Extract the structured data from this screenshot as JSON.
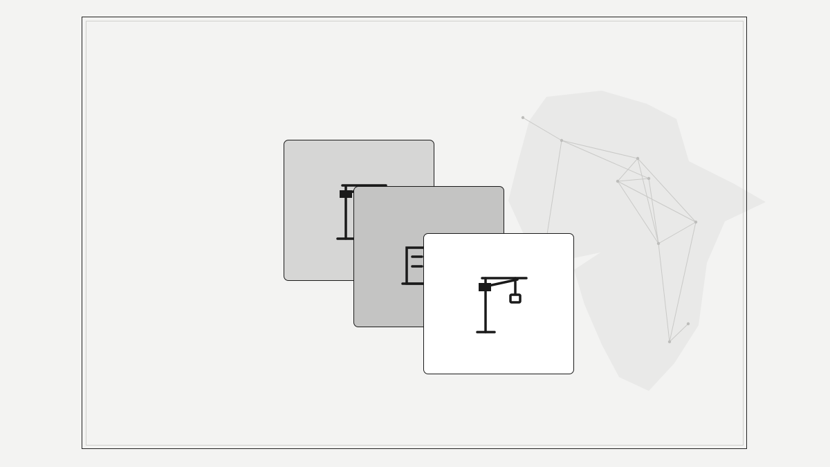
{
  "scene": {
    "background_color": "#f3f3f2",
    "map_color": "#e9e9e8",
    "network_color": "#bdbdbb",
    "cards": [
      {
        "layer": "back",
        "icon": "crane-icon",
        "fill": "#d6d6d5"
      },
      {
        "layer": "middle",
        "icon": "building-icon",
        "fill": "#c4c4c3"
      },
      {
        "layer": "front",
        "icon": "crane-icon",
        "fill": "#ffffff"
      }
    ]
  }
}
